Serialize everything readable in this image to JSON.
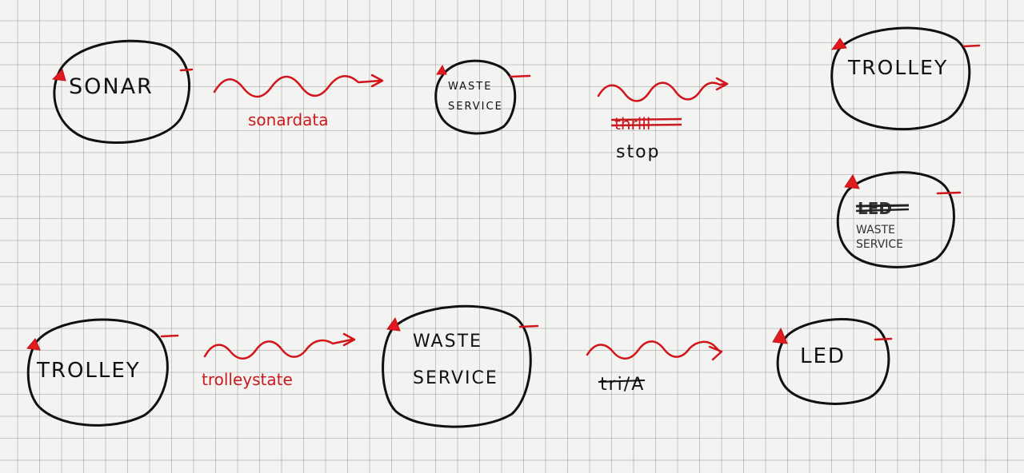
{
  "actors": {
    "sonar": "SONAR",
    "waste_service_top": [
      "WASTE",
      "SERVICE"
    ],
    "trolley_top": "TROLLEY",
    "led_struck": "LED",
    "waste_service_right": [
      "WASTE",
      "SERVICE"
    ],
    "trolley_bottom": "TROLLEY",
    "waste_service_bottom": [
      "WASTE",
      "SERVICE"
    ],
    "led_bottom": "LED"
  },
  "messages": {
    "sonardata": "sonardata",
    "thrill_struck": "thrill",
    "stop": "stop",
    "trolleystate": "trolleystate",
    "tri": "tri/A"
  },
  "colors": {
    "ink": "#111111",
    "red": "#d0161b",
    "grid": "#9a9a9a",
    "paper": "#f3f3f1"
  }
}
